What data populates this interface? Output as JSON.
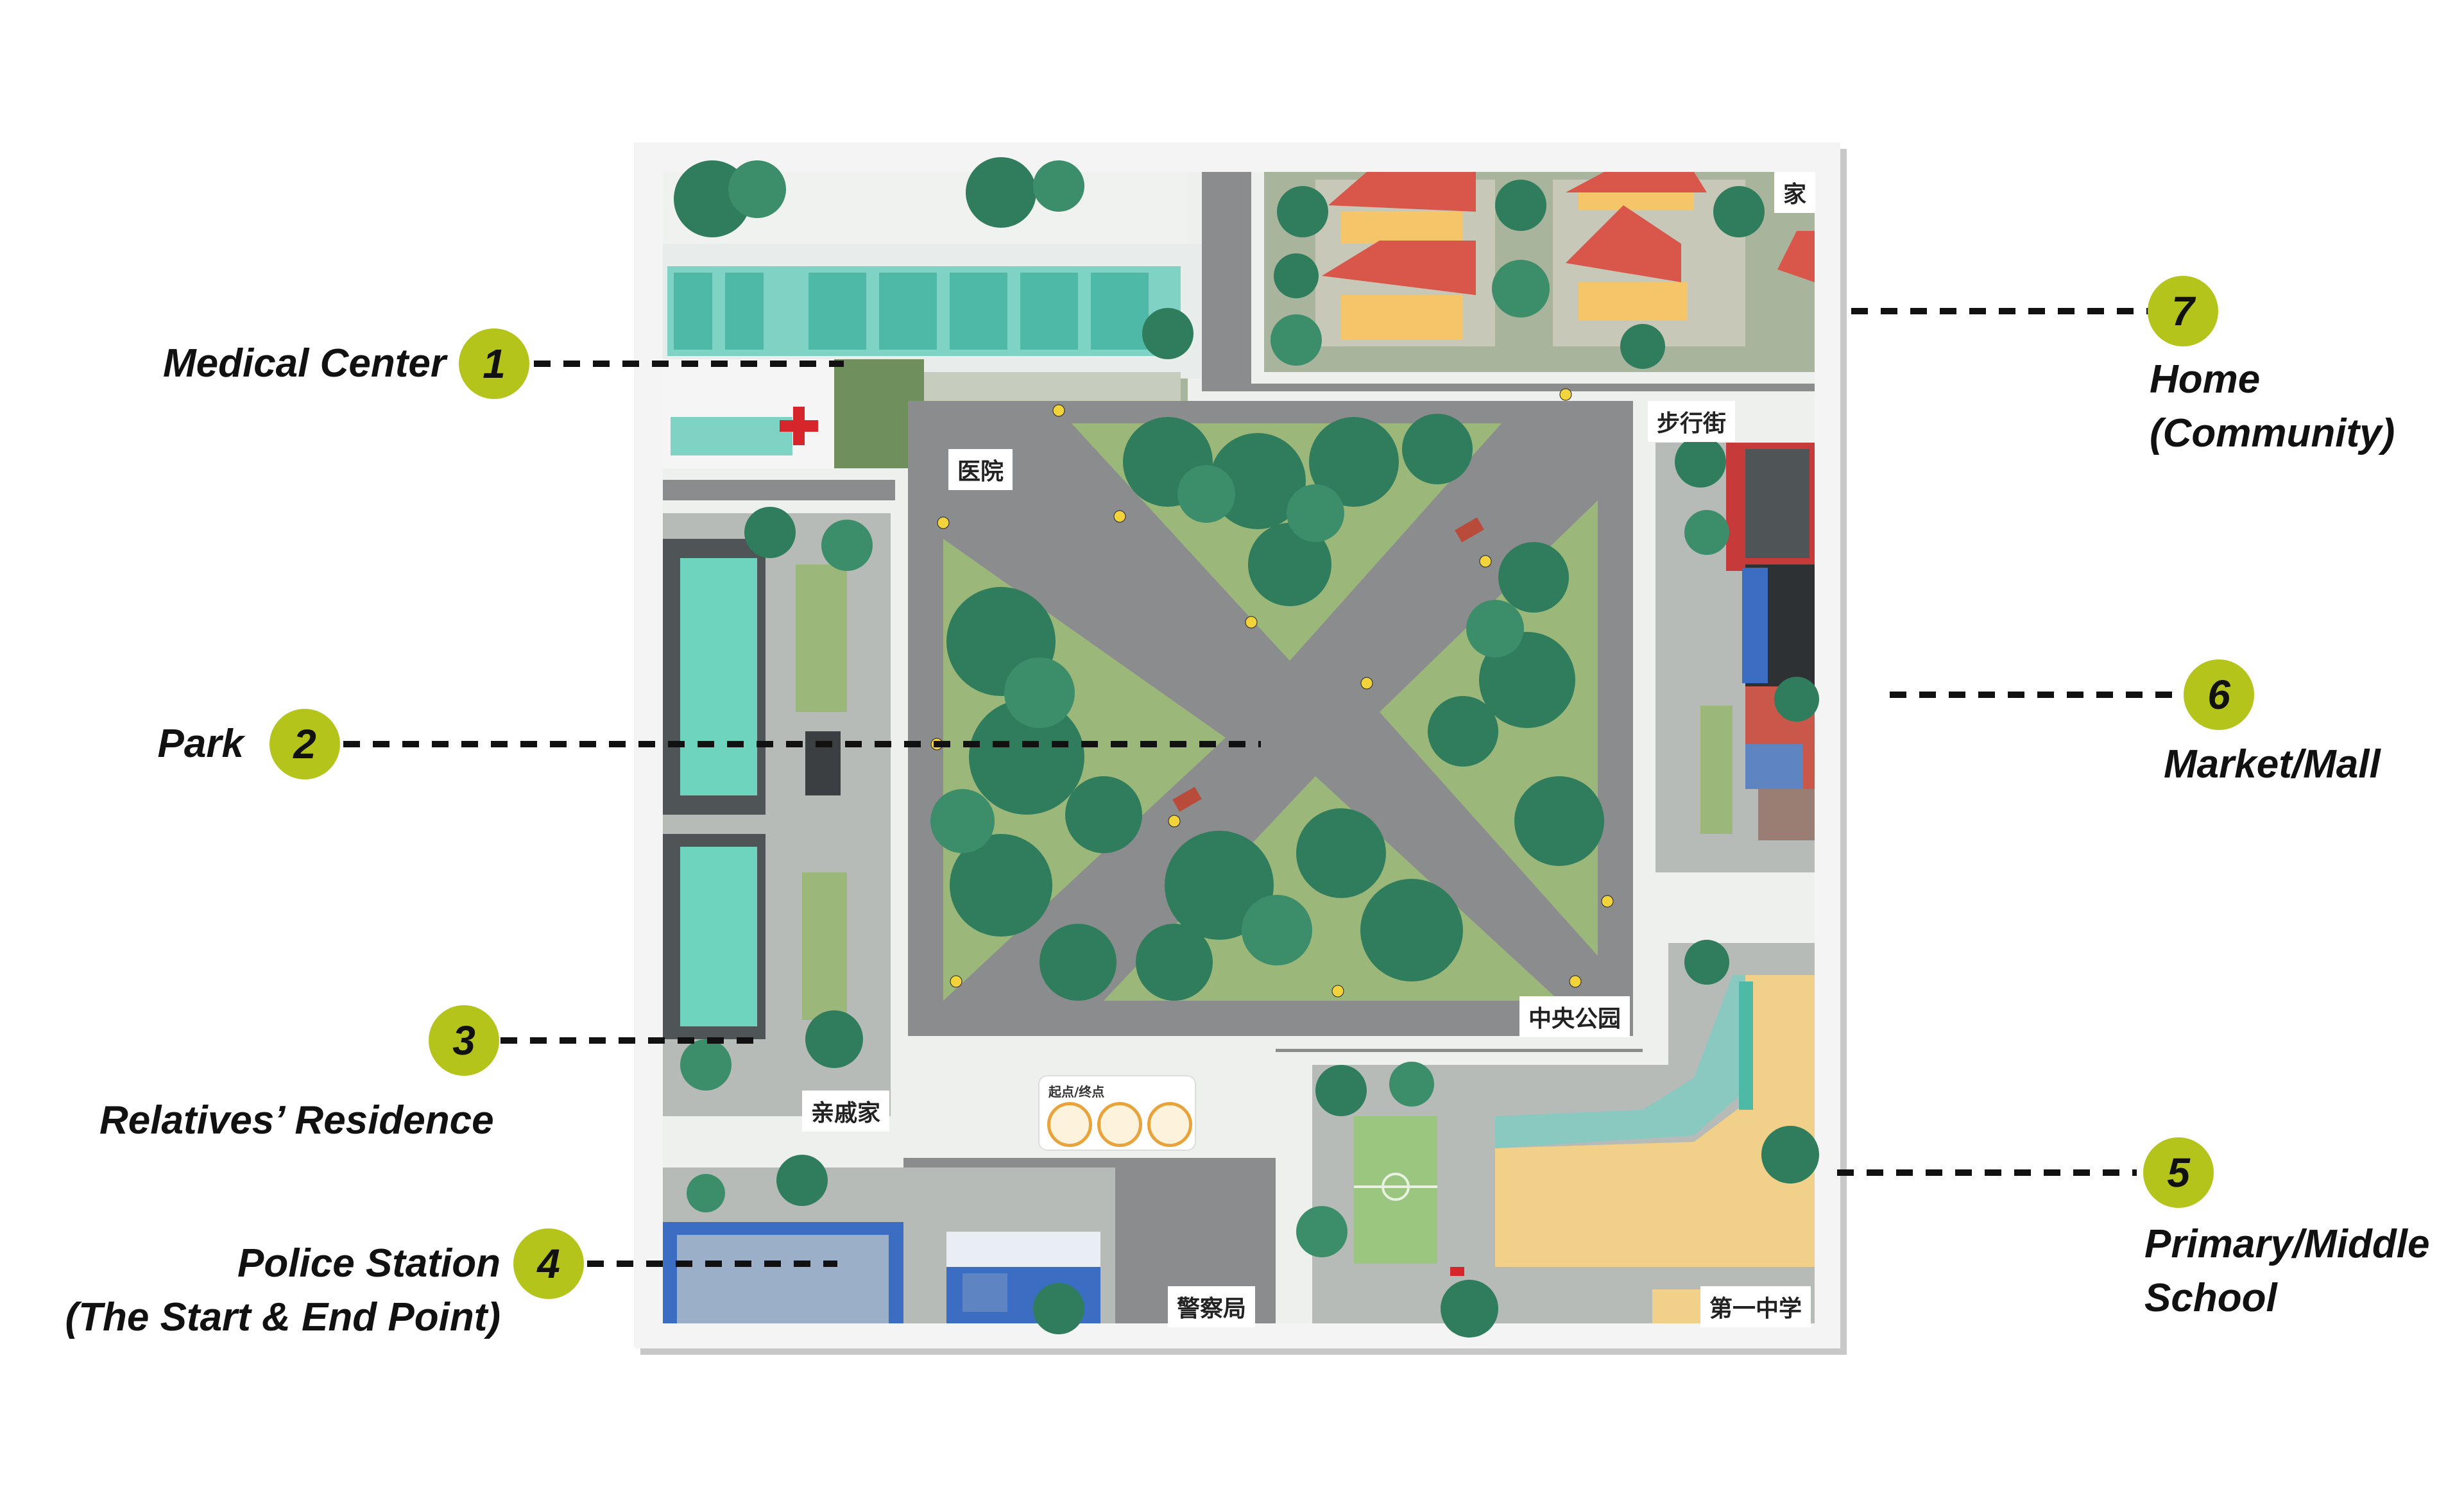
{
  "callouts": [
    {
      "num": "1",
      "label": "Medical Center"
    },
    {
      "num": "2",
      "label": "Park"
    },
    {
      "num": "3",
      "label": "Relatives’ Residence"
    },
    {
      "num": "4",
      "label_line1": "Police Station",
      "label_line2": "(The Start & End Point)"
    },
    {
      "num": "5",
      "label_line1": "Primary/Middle",
      "label_line2": "School"
    },
    {
      "num": "6",
      "label": "Market/Mall"
    },
    {
      "num": "7",
      "label_line1": "Home",
      "label_line2": "(Community)"
    }
  ],
  "map_labels": {
    "home": "家",
    "hospital": "医院",
    "pedestrian_street": "步行街",
    "central_park": "中央公园",
    "relatives_home": "亲戚家",
    "police": "警察局",
    "school": "第一中学",
    "legend_title": "起点/终点"
  },
  "colors": {
    "badge": "#b4c41b",
    "road": "#8a8c8e",
    "grass": "#9bb87a",
    "tree": "#2f7d5c",
    "roof": "#d9574a"
  }
}
